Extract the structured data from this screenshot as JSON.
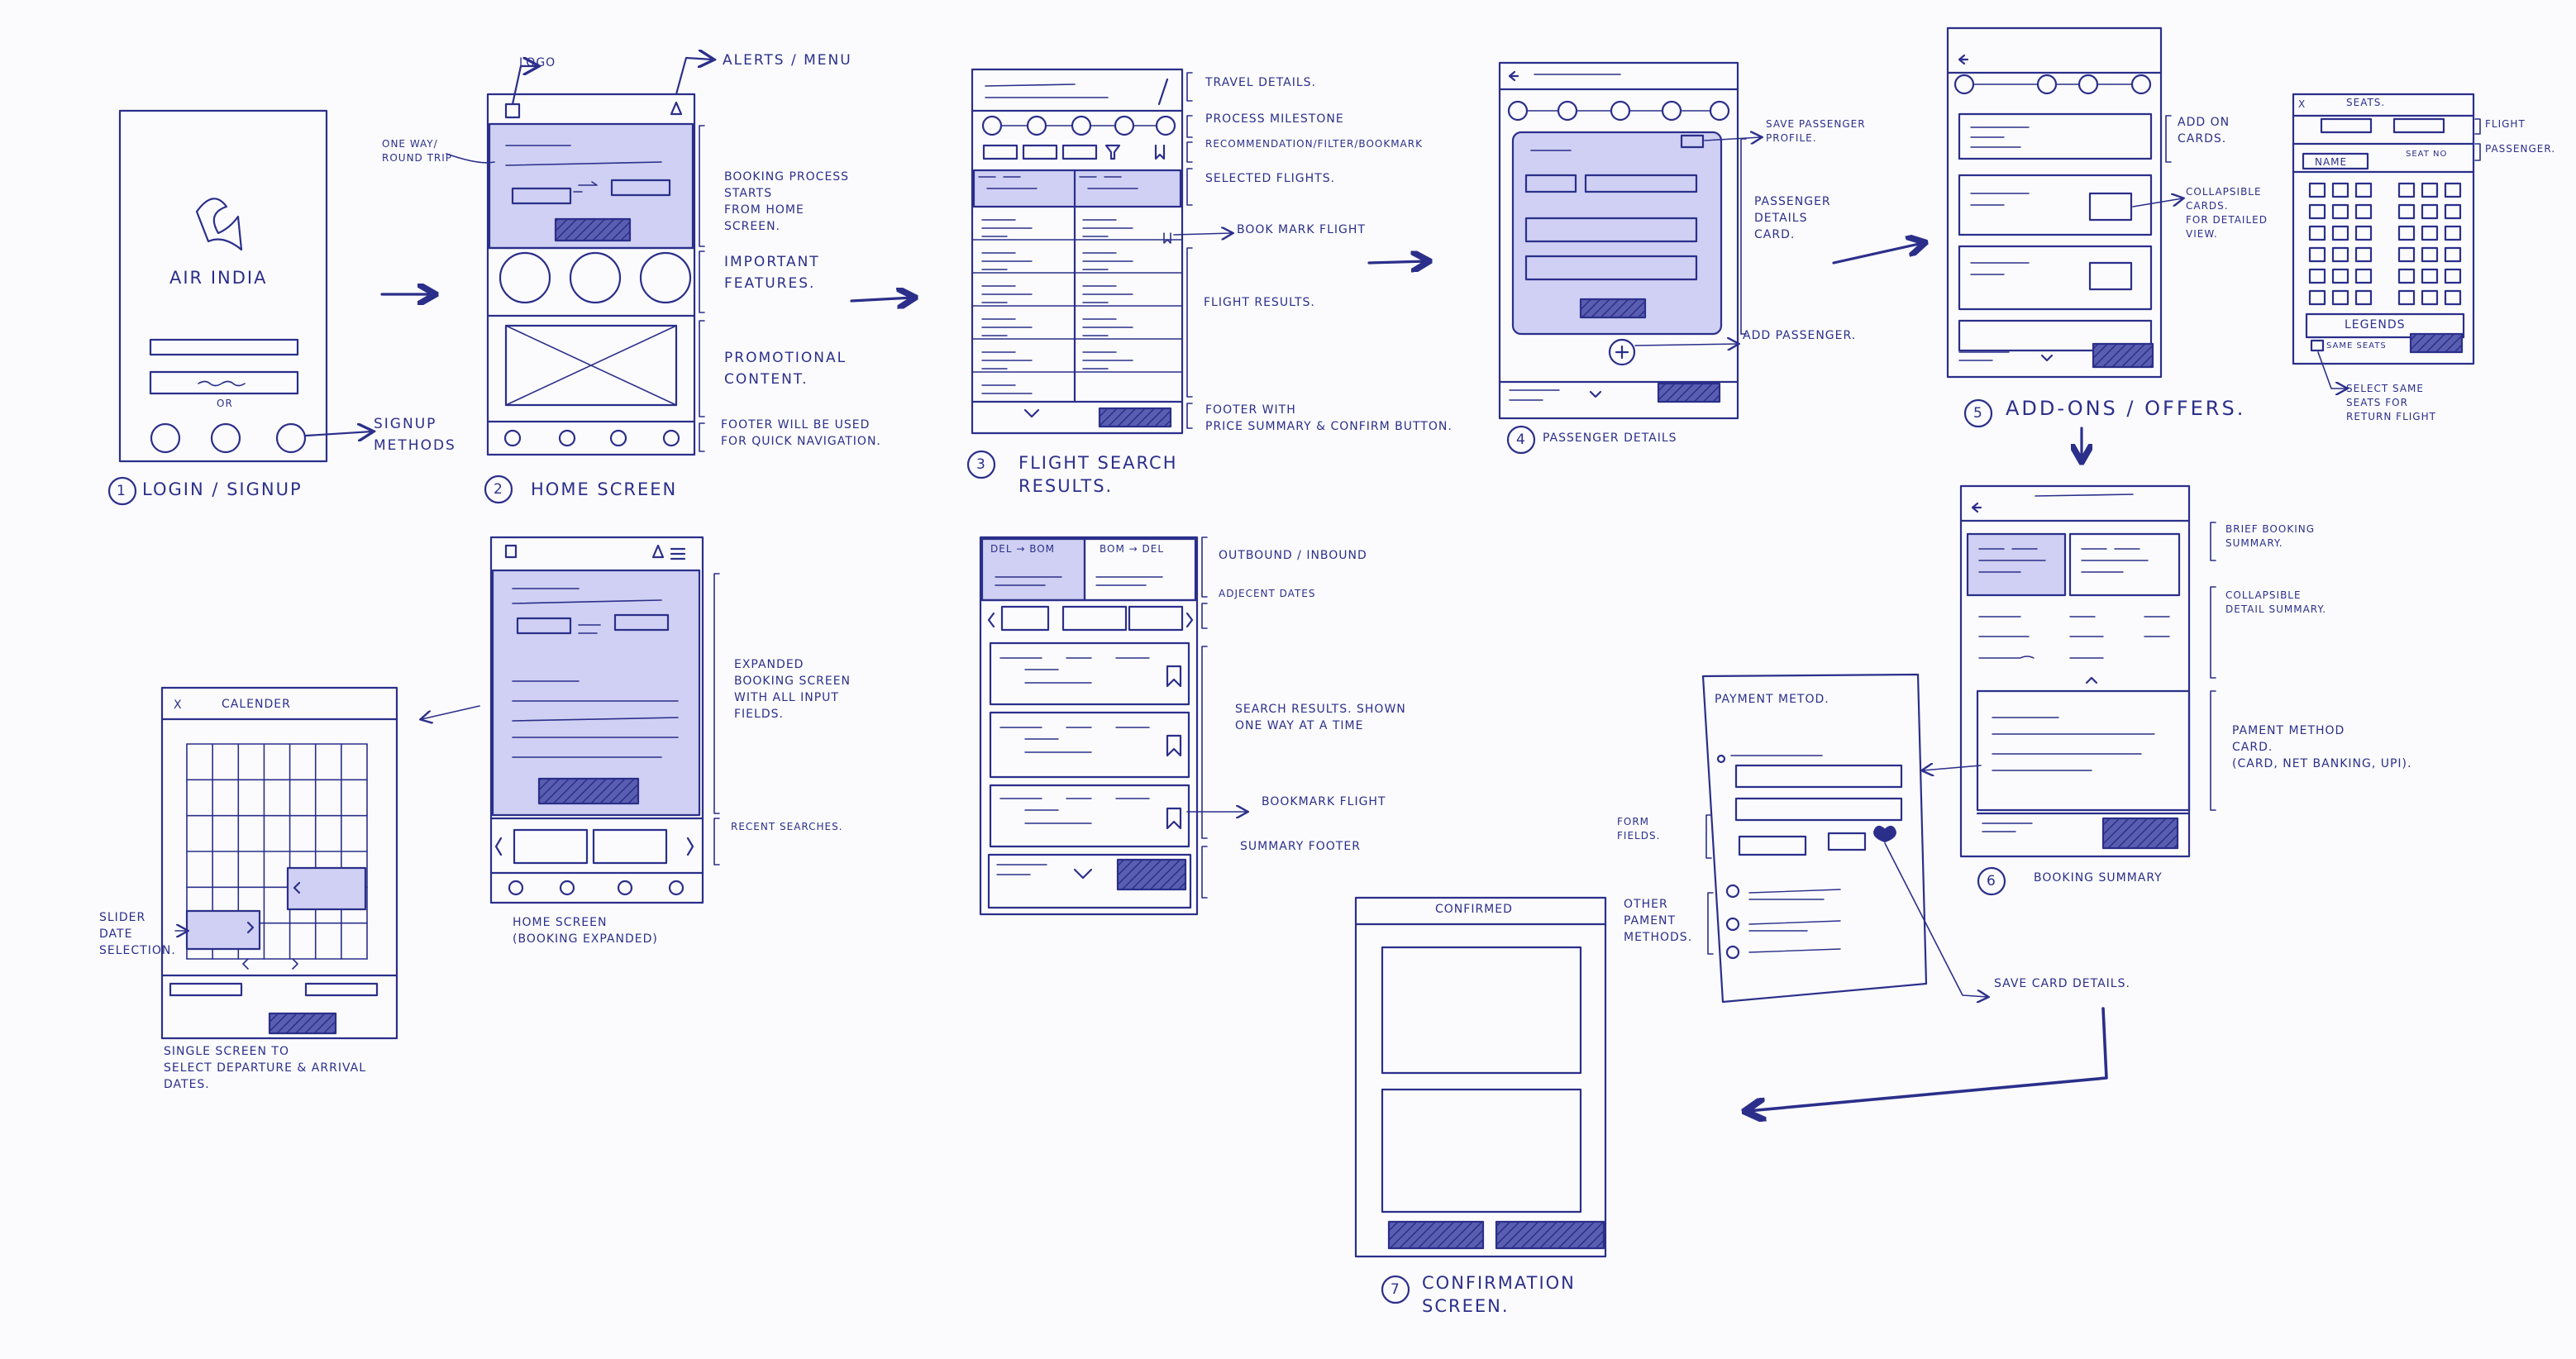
{
  "colors": {
    "ink": "#2b2f8a",
    "fill": "#cfd0f3",
    "paper": "#fbfbfd",
    "hatch": "#3a3e96"
  },
  "screens": {
    "login": {
      "brand": "AIR INDIA",
      "caption": "LOGIN / SIGNUP",
      "number": "1",
      "or_mark": "or",
      "notes": {
        "signup_methods": "SIGNUP\nMETHODS"
      }
    },
    "home": {
      "caption": "HOME SCREEN",
      "number": "2",
      "notes": {
        "logo": "LOGO",
        "alerts_menu": "ALERTS / MENU",
        "one_way": "ONE WAY/\nROUND TRIP",
        "booking_process": "BOOKING PROCESS\nSTARTS\nFROM HOME\nSCREEN.",
        "important_features": "IMPORTANT\nFEATURES.",
        "promotional": "PROMOTIONAL\nCONTENT.",
        "footer": "FOOTER WILL BE USED\nFOR QUICK NAVIGATION."
      }
    },
    "flight_results": {
      "caption": "FLIGHT SEARCH\nRESULTS.",
      "number": "3",
      "notes": {
        "travel_details": "TRAVEL DETAILS.",
        "milestone": "PROCESS MILESTONE",
        "filter": "RECOMMENDATION/FILTER/BOOKMARK",
        "selected": "SELECTED FLIGHTS.",
        "bookmark": "BOOK MARK FLIGHT",
        "results": "FLIGHT RESULTS.",
        "footer": "FOOTER WITH\nPRICE SUMMARY & CONFIRM BUTTON."
      }
    },
    "passenger": {
      "caption": "PASSENGER DETAILS",
      "number": "4",
      "notes": {
        "save_profile": "SAVE PASSENGER\nPROFILE.",
        "details_card": "PASSENGER\nDETAILS\nCARD.",
        "add_passenger": "ADD PASSENGER."
      }
    },
    "addons": {
      "caption": "ADD-ONS / OFFERS.",
      "number": "5",
      "notes": {
        "cards": "ADD ON\nCARDS.",
        "collapsible": "COLLAPSIBLE\nCARDS.\nFOR DETAILED\nVIEW."
      }
    },
    "seats": {
      "title": "SEATS.",
      "close": "X",
      "name_col": "NAME",
      "seat_col": "SEAT NO",
      "legends": "LEGENDS",
      "same_seats": "SAME SEATS",
      "notes": {
        "flight": "FLIGHT",
        "passenger": "PASSENGER.",
        "select_same": "SELECT SAME\nSEATS FOR\nRETURN FLIGHT"
      }
    },
    "booking_summary": {
      "caption": "BOOKING SUMMARY",
      "number": "6",
      "notes": {
        "brief": "BRIEF BOOKING\nSUMMARY.",
        "collapsible": "COLLAPSIBLE\nDETAIL SUMMARY.",
        "payment": "PAMENT METHOD\nCARD.\n(CARD, NET BANKING, UPI)."
      }
    },
    "payment": {
      "title": "PAYMENT METOD.",
      "notes": {
        "form_fields": "FORM\nFIELDS.",
        "other_methods": "OTHER\nPAMENT\nMETHODS.",
        "save_card": "SAVE CARD DETAILS."
      }
    },
    "confirmation": {
      "title": "CONFIRMED",
      "caption": "CONFIRMATION\nSCREEN.",
      "number": "7"
    },
    "calendar": {
      "title": "CALENDER",
      "close": "X",
      "caption": "SINGLE SCREEN TO\nSELECT DEPARTURE & ARRIVAL\nDATES.",
      "notes": {
        "slider": "SLIDER\nDATE\nSELECTION."
      }
    },
    "home_expanded": {
      "caption": "HOME SCREEN\n(BOOKING EXPANDED)",
      "notes": {
        "expanded": "EXPANDED\nBOOKING SCREEN\nWITH ALL INPUT\nFIELDS.",
        "recent": "RECENT SEARCHES."
      }
    },
    "oneway_results": {
      "tab_out": "DEL → BOM",
      "tab_in": "BOM → DEL",
      "notes": {
        "outbound": "OUTBOUND / INBOUND",
        "adjacent": "ADJECENT DATES",
        "search_results": "SEARCH RESULTS. SHOWN\nONE WAY AT A TIME",
        "bookmark": "BOOKMARK FLIGHT",
        "summary_footer": "SUMMARY FOOTER"
      }
    }
  }
}
